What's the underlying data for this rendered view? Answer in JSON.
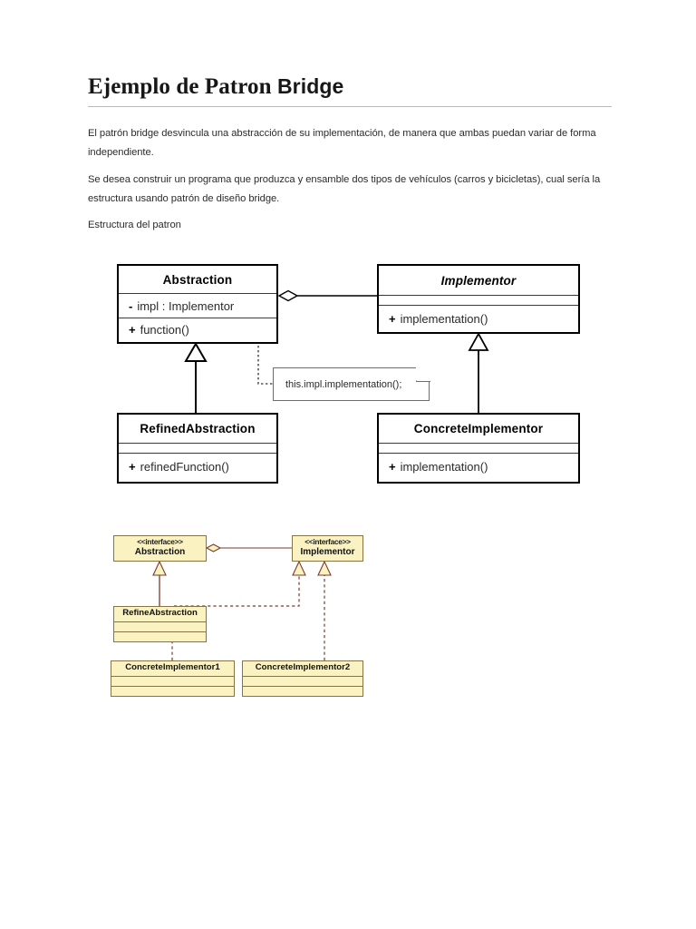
{
  "document": {
    "title_main": "Ejemplo de Patron ",
    "title_bold": "Bridge",
    "paragraphs": [
      "El patrón bridge desvincula una abstracción de su implementación, de manera que ambas puedan variar de forma independiente.",
      "Se desea construir un programa que produzca y ensamble dos tipos de vehículos (carros y bicicletas), cual sería la estructura usando patrón de diseño bridge.",
      "Estructura del patron"
    ]
  },
  "diagram_bw": {
    "abstraction": {
      "name": "Abstraction",
      "attribute_vis": "-",
      "attribute": "impl : Implementor",
      "operation_vis": "+",
      "operation": "function()"
    },
    "implementor": {
      "name": "Implementor",
      "middle": "",
      "operation_vis": "+",
      "operation": "implementation()"
    },
    "refined_abstraction": {
      "name": "RefinedAbstraction",
      "middle": "",
      "operation_vis": "+",
      "operation": "refinedFunction()"
    },
    "concrete_implementor": {
      "name": "ConcreteImplementor",
      "middle": "",
      "operation_vis": "+",
      "operation": "implementation()"
    },
    "note": "this.impl.implementation();",
    "relations": [
      {
        "type": "aggregation",
        "from": "Abstraction",
        "to": "Implementor"
      },
      {
        "type": "generalization",
        "from": "RefinedAbstraction",
        "to": "Abstraction"
      },
      {
        "type": "generalization",
        "from": "ConcreteImplementor",
        "to": "Implementor"
      },
      {
        "type": "note-anchor",
        "from": "note",
        "to": "Abstraction.function()"
      }
    ],
    "colors": {
      "line": "#000000",
      "fill": "#ffffff",
      "note_border": "#6e6e6e"
    }
  },
  "diagram_yellow": {
    "abstraction": {
      "stereotype": "<<interface>>",
      "name": "Abstraction"
    },
    "implementor": {
      "stereotype": "<<interface>>",
      "name": "Implementor"
    },
    "refine_abstraction": {
      "name": "RefineAbstraction"
    },
    "concrete_implementor_1": {
      "name": "ConcreteImplementor1"
    },
    "concrete_implementor_2": {
      "name": "ConcreteImplementor2"
    },
    "relations": [
      {
        "type": "aggregation",
        "from": "Abstraction",
        "to": "Implementor"
      },
      {
        "type": "generalization",
        "from": "RefineAbstraction",
        "to": "Abstraction"
      },
      {
        "type": "realization",
        "from": "ConcreteImplementor1",
        "to": "Implementor"
      },
      {
        "type": "realization",
        "from": "ConcreteImplementor2",
        "to": "Implementor"
      }
    ],
    "colors": {
      "fill": "#FAF2C0",
      "border": "#877444",
      "line": "#7A3B2E"
    }
  }
}
